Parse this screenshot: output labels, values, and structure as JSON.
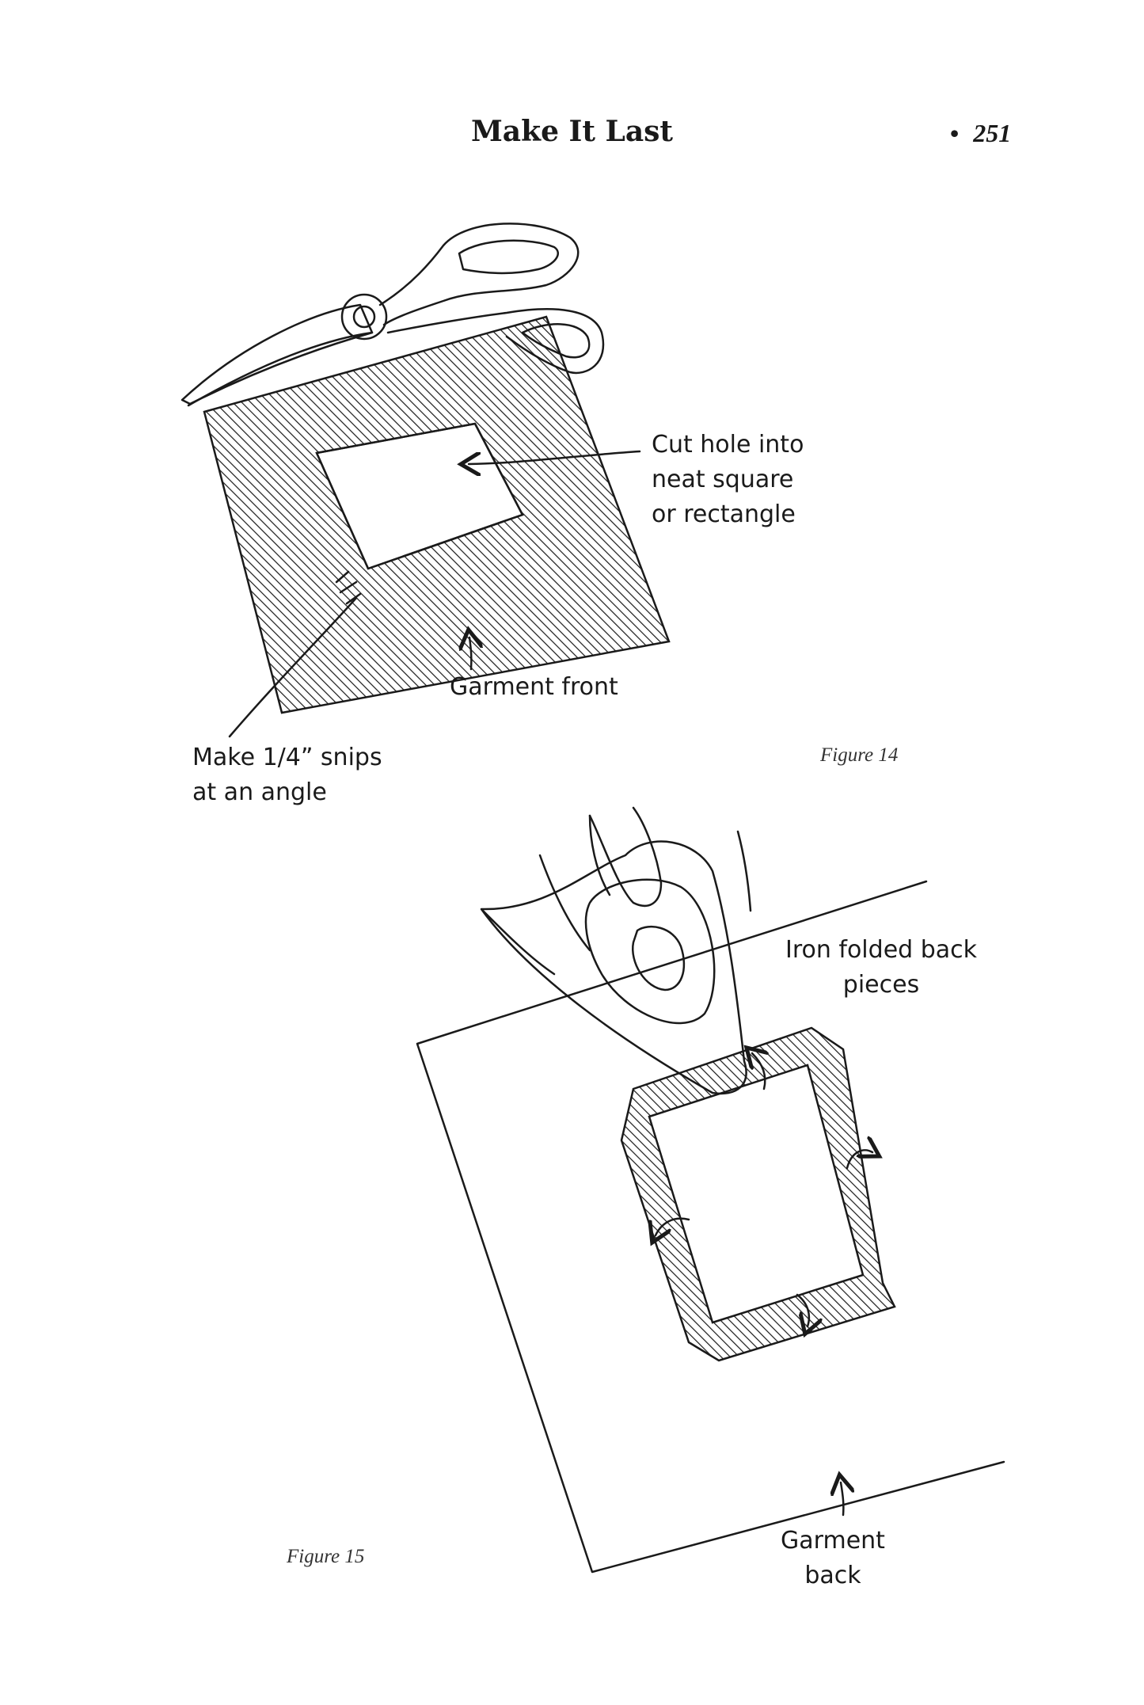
{
  "header": {
    "running_title": "Make It Last",
    "page_number": "251",
    "separator": "•"
  },
  "figure14": {
    "caption": "Figure 14",
    "labels": {
      "cut_hole": "Cut hole into\nneat square\nor rectangle",
      "garment_front": "Garment front",
      "snips": "Make 1/4” snips\nat an angle"
    }
  },
  "figure15": {
    "caption": "Figure 15",
    "labels": {
      "iron": "Iron folded back\npieces",
      "garment_back": "Garment\nback"
    }
  },
  "colors": {
    "ink": "#1a1a1a",
    "paper": "#ffffff"
  },
  "icons": [
    "scissors-icon",
    "iron-icon",
    "hand-icon",
    "arrow-icon"
  ]
}
